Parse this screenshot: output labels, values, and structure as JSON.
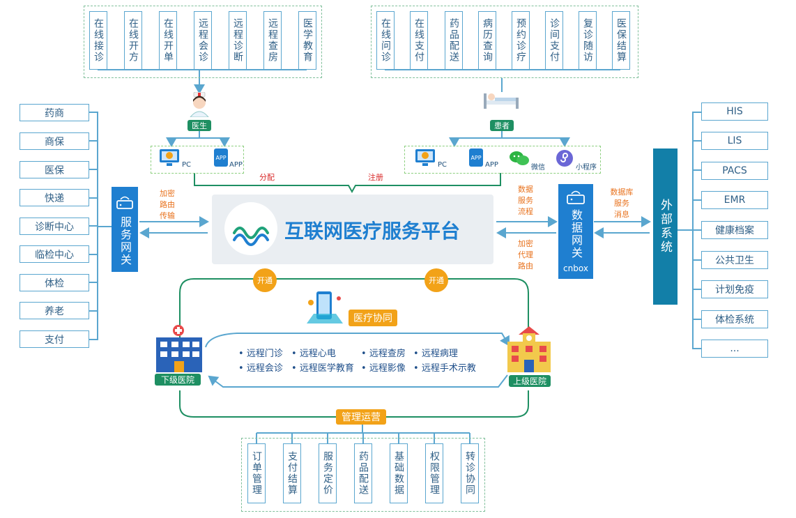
{
  "doctor_services": [
    "在线接诊",
    "在线开方",
    "在线开单",
    "远程会诊",
    "远程诊断",
    "远程查房",
    "医学教育"
  ],
  "patient_services": [
    "在线问诊",
    "在线支付",
    "药品配送",
    "病历查询",
    "预约诊疗",
    "诊间支付",
    "复诊随访",
    "医保结算"
  ],
  "left_partners": [
    "药商",
    "商保",
    "医保",
    "快递",
    "诊断中心",
    "临检中心",
    "体检",
    "养老",
    "支付"
  ],
  "external_systems": [
    "HIS",
    "LIS",
    "PACS",
    "EMR",
    "健康档案",
    "公共卫生",
    "计划免疫",
    "体检系统",
    "..."
  ],
  "management_items": [
    "订单管理",
    "支付结算",
    "服务定价",
    "药品配送",
    "基础数据",
    "权限管理",
    "转诊协同"
  ],
  "labels": {
    "doctor": "医生",
    "patient": "患者",
    "distribute": "分配",
    "register": "注册",
    "platform_title": "互联网医疗服务平台",
    "service_gateway": "服务网关",
    "data_gateway": "数据网关",
    "cnbox": "cnbox",
    "external": "外部系统",
    "open1": "开通",
    "open2": "开通",
    "medical_collab": "医疗协同",
    "lower_hospital": "下级医院",
    "upper_hospital": "上级医院",
    "management": "管理运营",
    "enc_route": "加密\n路由\n传输",
    "data_flow": "数据\n服务\n流程",
    "enc_proxy": "加密\n代理\n路由",
    "db_msg": "数据库\n服务\n消息"
  },
  "doctor_devices": [
    "PC",
    "APP"
  ],
  "patient_devices": [
    "PC",
    "APP",
    "微信",
    "小程序"
  ],
  "remote_services": [
    "远程门诊",
    "远程心电",
    "远程查房",
    "远程病理",
    "远程会诊",
    "远程医学教育",
    "远程影像",
    "远程手术示教"
  ],
  "colors": {
    "line": "#5aa6cf",
    "green": "#1e8f62",
    "orange": "#f2a218",
    "blue": "#1f7fd0",
    "teal": "#127fa8"
  }
}
